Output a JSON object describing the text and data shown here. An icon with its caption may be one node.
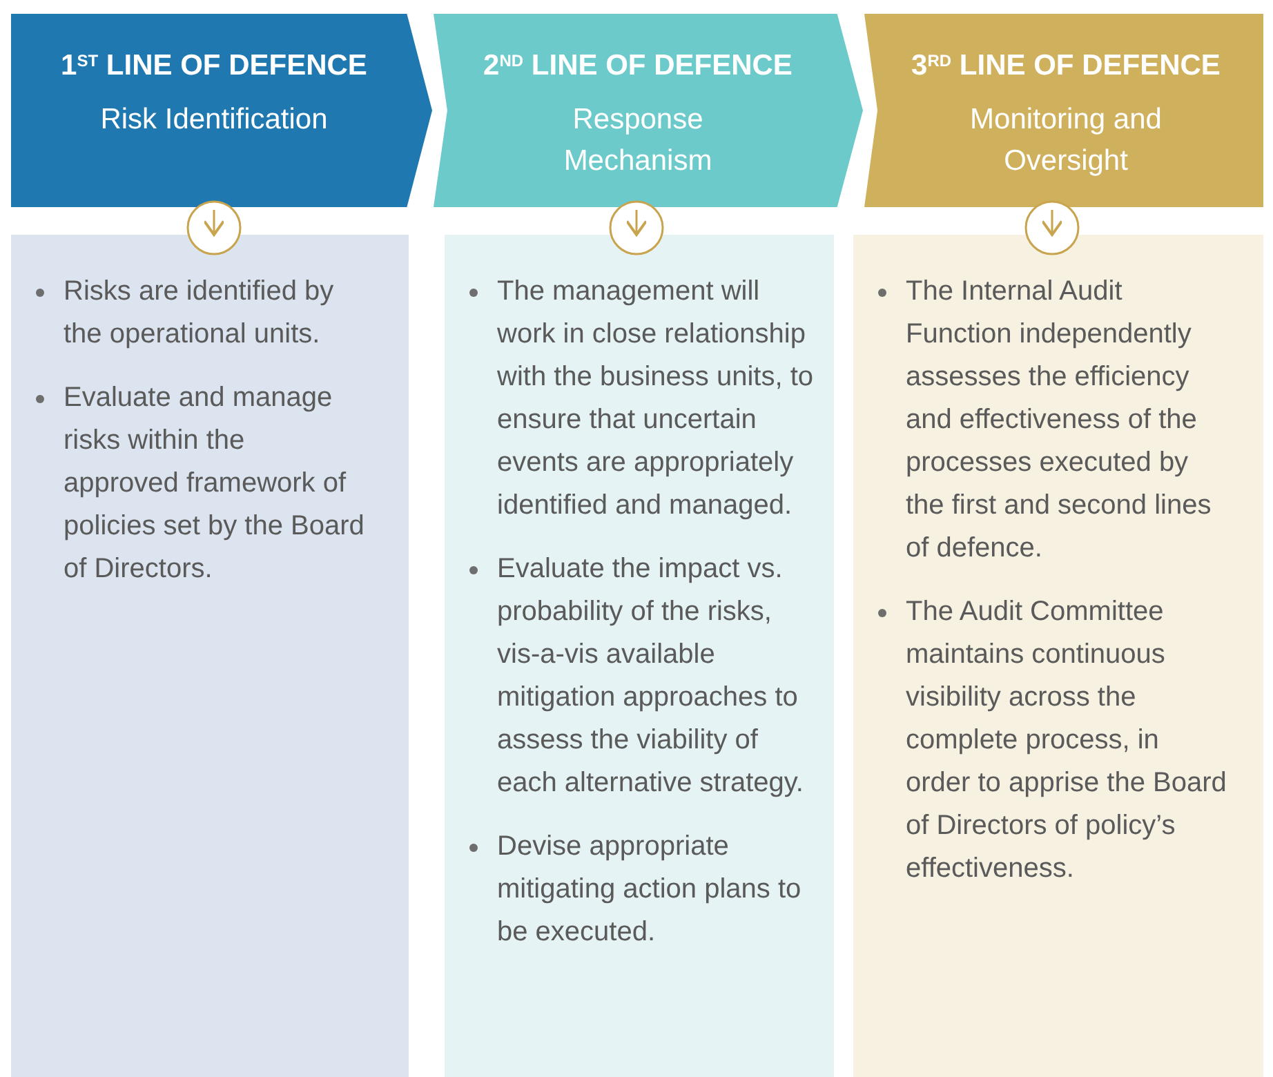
{
  "diagram": {
    "nodes": [
      {
        "text": [
          "1$^{ST}$ LINE OF DEFENCE",
          "Risk Identification"
        ]
      },
      {
        "text": [
          "2$^{ND}$ LINE OF DEFENCE",
          "Response Mechanism"
        ]
      },
      {
        "text": [
          "3$^{RD}$ LINE OF DEFENCE",
          "Monitoring and Oversight"
        ]
      },
      {
        "text": [
          "Risks are identified by the operational units.",
          "Evaluate and manage risks within the approved framework of policies set by the Board of Directors."
        ]
      },
      {
        "text": [
          "The management will work in close relationship with the business units, to ensure that uncertain events are appropriately identified and managed.",
          "Evaluate the impact vs. probability of the risks, vis-a-vis available mitigation approaches to assess the viability of each alternative strategy.",
          "Devise appropriate mitigating action plans to be executed."
        ]
      },
      {
        "text": [
          "The Internal Audit Function independently assesses the efficiency and effectiveness of the processes executed by the first and second lines of defence.",
          "The Audit Committee maintains continuous visibility across the complete process, in order to apprise the Board of Directors of policy’s effectiveness."
        ]
      }
    ],
    "edges": [
      {
        "from": 0,
        "to": 3,
        "arrow": "to"
      },
      {
        "from": 1,
        "to": 4,
        "arrow": "to"
      },
      {
        "from": 2,
        "to": 5,
        "arrow": "to"
      }
    ]
  }
}
